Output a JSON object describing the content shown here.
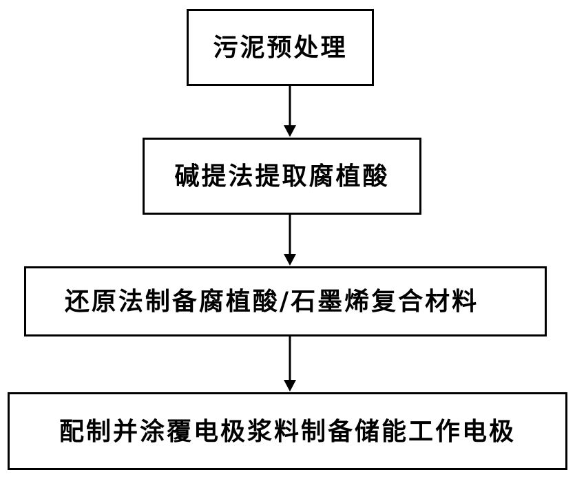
{
  "flowchart": {
    "steps": [
      {
        "label": "污泥预处理"
      },
      {
        "label": "碱提法提取腐植酸"
      },
      {
        "label": "还原法制备腐植酸/石墨烯复合材料"
      },
      {
        "label": "配制并涂覆电极浆料制备储能工作电极"
      }
    ],
    "border_color": "#000000",
    "arrow_color": "#000000"
  }
}
